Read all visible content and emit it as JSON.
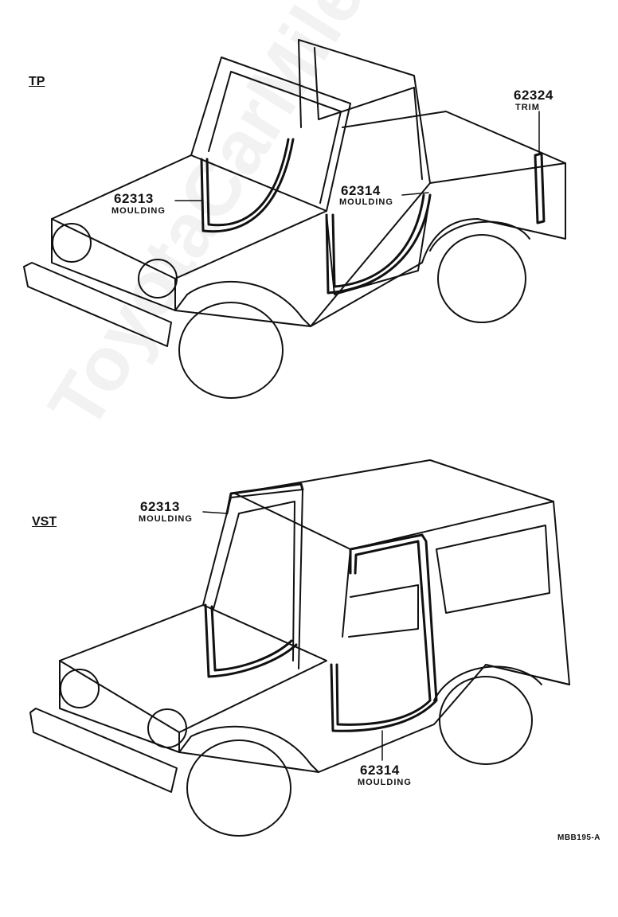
{
  "variants": {
    "top": {
      "name": "TP",
      "labels": [
        {
          "part_no": "62313",
          "desc": "MOULDING"
        },
        {
          "part_no": "62314",
          "desc": "MOULDING"
        },
        {
          "part_no": "62324",
          "desc": "TRIM"
        }
      ]
    },
    "bottom": {
      "name": "VST",
      "labels": [
        {
          "part_no": "62313",
          "desc": "MOULDING"
        },
        {
          "part_no": "62314",
          "desc": "MOULDING"
        }
      ]
    }
  },
  "figure_code": "MBB195-A",
  "watermark": "ToyotaCarMile.ru"
}
